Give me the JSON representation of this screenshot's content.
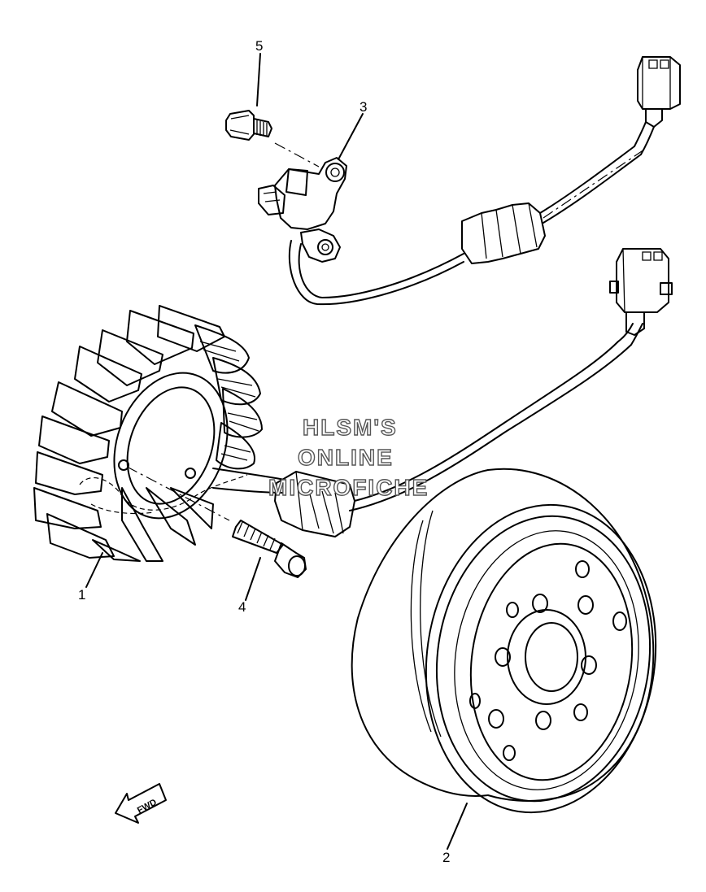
{
  "callouts": {
    "c1": "1",
    "c2": "2",
    "c3": "3",
    "c4": "4",
    "c5": "5"
  },
  "watermark": {
    "line1": "HLSM'S",
    "line2": "ONLINE",
    "line3": "MICROFICHE"
  },
  "fwd_label": "FWD",
  "colors": {
    "ink": "#000000",
    "paper": "#ffffff",
    "watermark_outline": "#555555"
  }
}
